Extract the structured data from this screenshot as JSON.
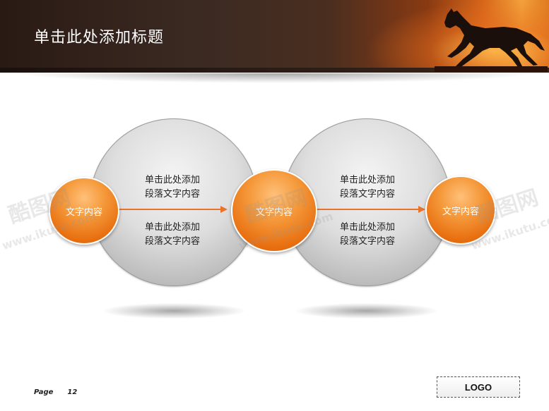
{
  "slide": {
    "title": "单击此处添加标题"
  },
  "nodes": [
    {
      "label": "文字内容"
    },
    {
      "label": "文字内容"
    },
    {
      "label": "文字内容"
    }
  ],
  "paragraphs": [
    {
      "line1": "单击此处添加",
      "line2": "段落文字内容"
    },
    {
      "line1": "单击此处添加",
      "line2": "段落文字内容"
    },
    {
      "line1": "单击此处添加",
      "line2": "段落文字内容"
    },
    {
      "line1": "单击此处添加",
      "line2": "段落文字内容"
    }
  ],
  "footer": {
    "page_label": "Page",
    "page_number": "12",
    "logo_text": "LOGO"
  },
  "watermark": {
    "brand": "酷图网",
    "url": "www.ikutu.com"
  },
  "colors": {
    "accent_orange": "#e86f10",
    "arrow": "#e8732a",
    "header_dark": "#2a1a14"
  },
  "icons": [
    "horse-silhouette-icon",
    "arrow-right-icon"
  ]
}
